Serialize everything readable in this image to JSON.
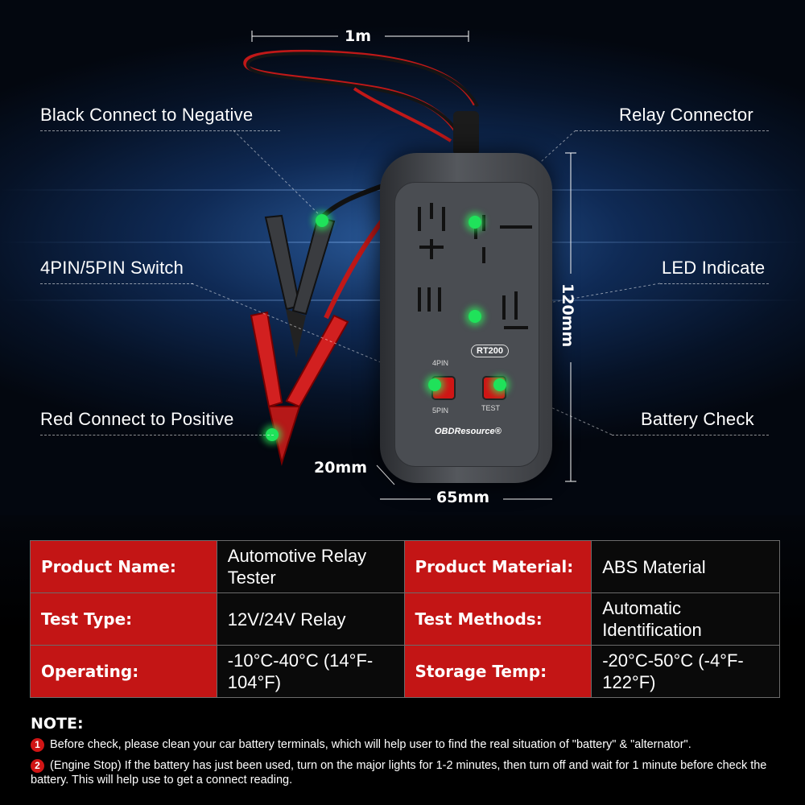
{
  "dimensions": {
    "cable_length": "1m",
    "height": "120mm",
    "width": "65mm",
    "depth": "20mm"
  },
  "callouts": {
    "black_negative": "Black Connect to Negative",
    "relay_connector": "Relay Connector",
    "pin_switch": "4PIN/5PIN Switch",
    "led_indicate": "LED Indicate",
    "red_positive": "Red Connect to Positive",
    "battery_check": "Battery Check"
  },
  "device": {
    "model": "RT200",
    "brand": "OBDResource®",
    "pin4": "4PIN",
    "pin5": "5PIN",
    "test": "TEST"
  },
  "specs": [
    {
      "key1": "Product Name:",
      "val1": "Automotive Relay Tester",
      "key2": "Product Material:",
      "val2": "ABS Material"
    },
    {
      "key1": "Test Type:",
      "val1": "12V/24V Relay",
      "key2": "Test Methods:",
      "val2": "Automatic Identification"
    },
    {
      "key1": "Operating:",
      "val1": "-10°C-40°C (14°F-104°F)",
      "key2": "Storage Temp:",
      "val2": "-20°C-50°C (-4°F-122°F)"
    }
  ],
  "note": {
    "title": "NOTE:",
    "items": [
      {
        "num": "1",
        "text": "Before check, please clean your car battery terminals, which will help user to find the real situation of \"battery\" & \"alternator\"."
      },
      {
        "num": "2",
        "text": "(Engine Stop) If the battery has just been used, turn on the major lights for 1-2 minutes, then turn off and wait for 1 minute before check the battery. This will help use to get a connect reading."
      }
    ]
  },
  "colors": {
    "accent_red": "#c31515",
    "led_green": "#1fe25a",
    "background": "#061226"
  }
}
